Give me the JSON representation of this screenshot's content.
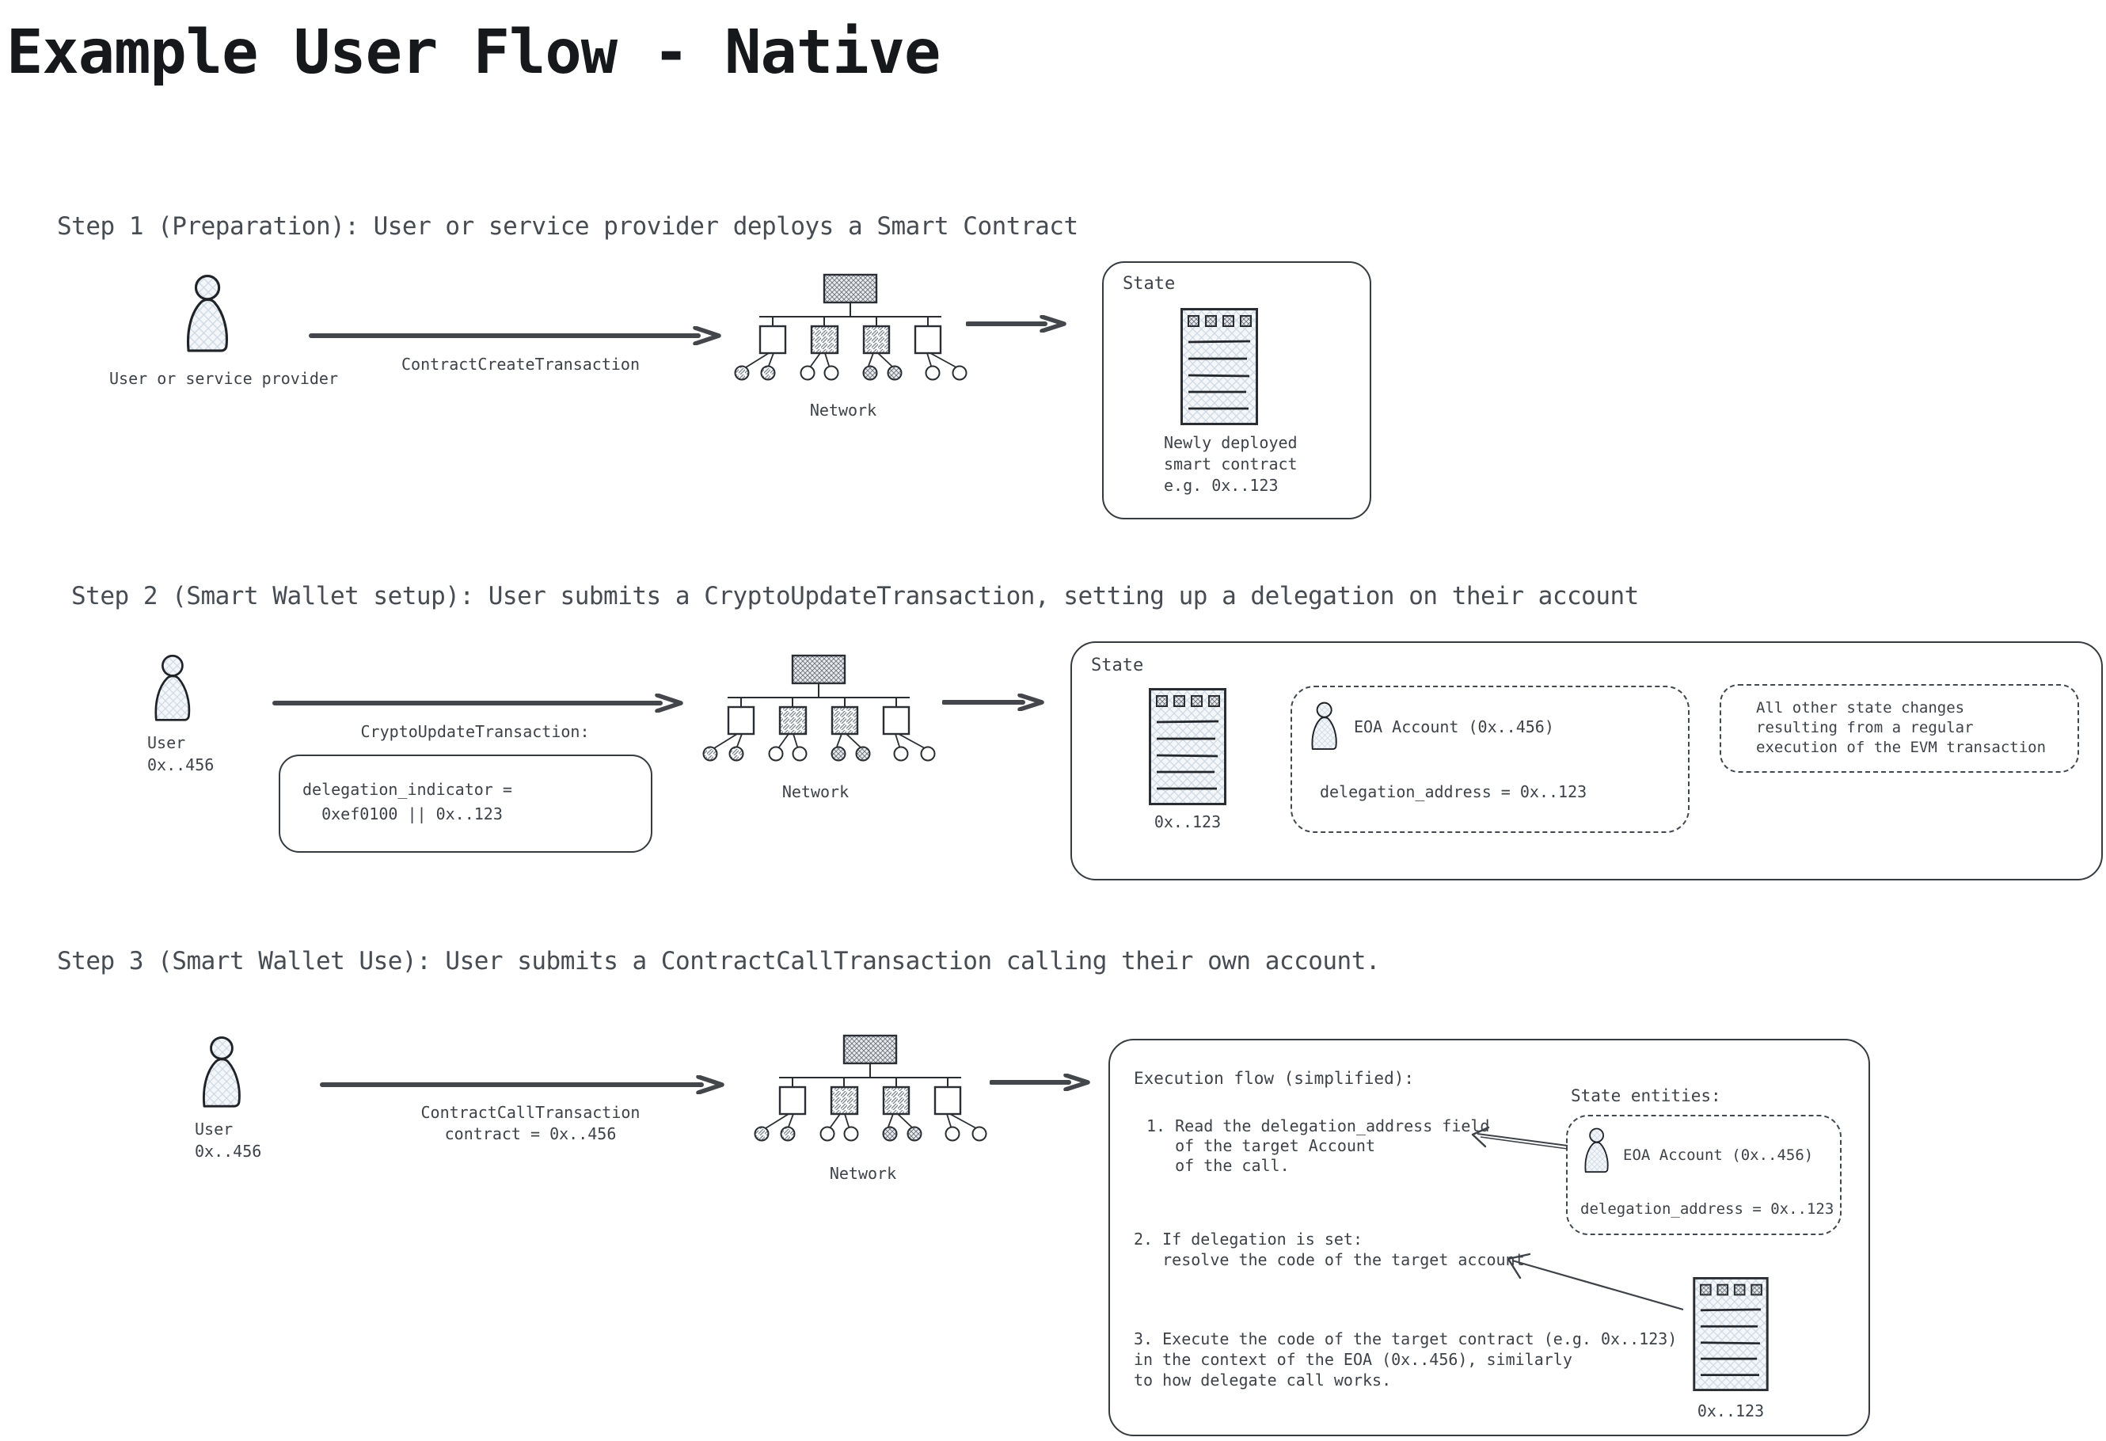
{
  "title": "Example User Flow - Native",
  "colors": {
    "ink": "#2a2e33",
    "text": "#3d4248",
    "arrow": "#43474c",
    "fill_blue": "#f4f7fa",
    "hatch_blue": "#cfd9e3"
  },
  "icons": {
    "person": "person-icon",
    "document": "smart-contract-document-icon",
    "network": "network-tree-icon",
    "arrow": "arrow-right-icon"
  },
  "steps": [
    {
      "heading": "Step 1 (Preparation): User or service provider deploys a Smart Contract",
      "actor_label": "User or service provider",
      "arrow_label": "ContractCreateTransaction",
      "network_label": "Network",
      "state": {
        "label": "State",
        "contract_caption": "Newly deployed\nsmart contract\ne.g. 0x..123"
      }
    },
    {
      "heading": "Step 2 (Smart Wallet setup): User submits a CryptoUpdateTransaction, setting up a delegation on their account",
      "actor_label": "User\n0x..456",
      "arrow_label": "CryptoUpdateTransaction:",
      "payload": "delegation_indicator =\n  0xef0100 || 0x..123",
      "network_label": "Network",
      "state": {
        "label": "State",
        "contract_caption": "0x..123",
        "eoa_title": "EOA Account (0x..456)",
        "eoa_field": "delegation_address = 0x..123",
        "other_note": "All other state changes\nresulting from a regular\nexecution of the EVM transaction"
      }
    },
    {
      "heading": "Step 3 (Smart Wallet Use): User submits a ContractCallTransaction calling their own account.",
      "actor_label": "User\n0x..456",
      "arrow_label": "ContractCallTransaction\ncontract = 0x..456",
      "network_label": "Network",
      "execution": {
        "title": "Execution flow (simplified):",
        "entities_title": "State entities:",
        "item1": "1. Read the delegation_address field\n   of the target Account\n   of the call.",
        "item2": "2. If delegation is set:\n   resolve the code of the target account",
        "item3": "3. Execute the code of the target contract (e.g. 0x..123)\nin the context of the EOA (0x..456), similarly\nto how delegate call works.",
        "eoa_title": "EOA Account (0x..456)",
        "eoa_field": "delegation_address = 0x..123",
        "contract_caption": "0x..123"
      }
    }
  ]
}
